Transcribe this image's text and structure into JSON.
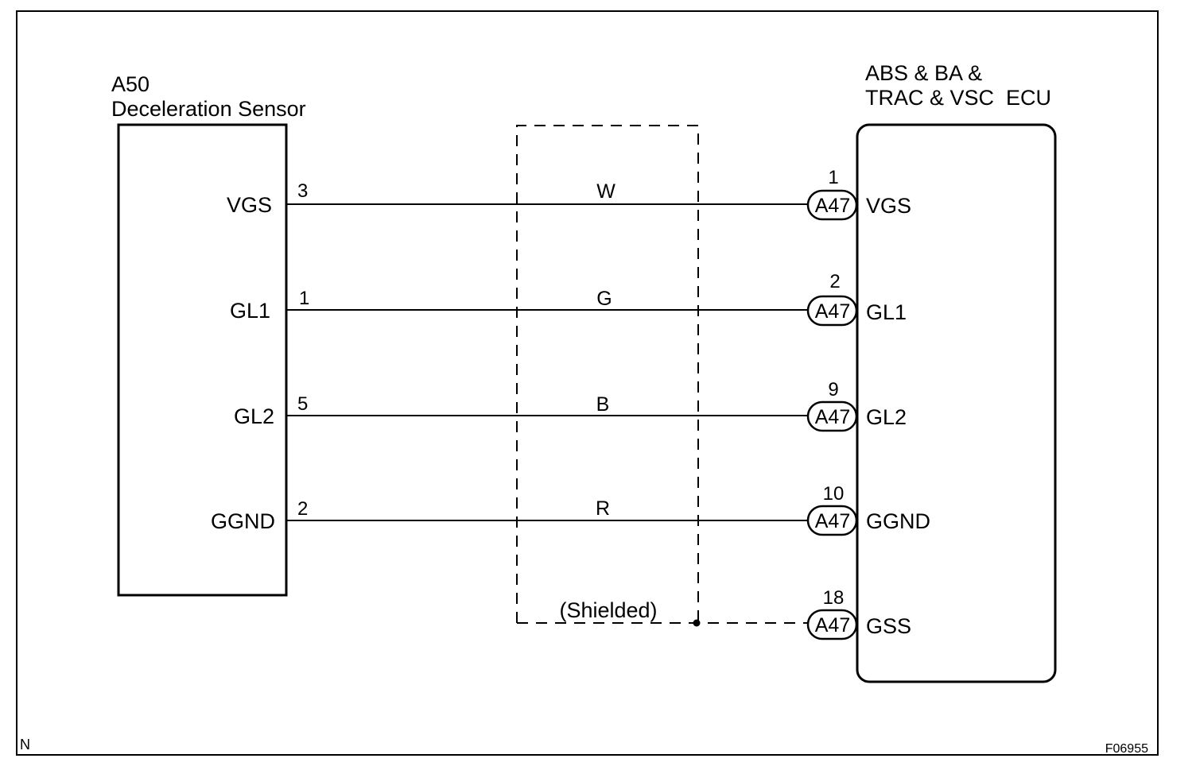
{
  "sensor": {
    "code": "A50",
    "name": "Deceleration Sensor",
    "terminals": [
      {
        "label": "VGS",
        "pin": "3"
      },
      {
        "label": "GL1",
        "pin": "1"
      },
      {
        "label": "GL2",
        "pin": "5"
      },
      {
        "label": "GGND",
        "pin": "2"
      }
    ]
  },
  "wires": [
    {
      "color": "W"
    },
    {
      "color": "G"
    },
    {
      "color": "B"
    },
    {
      "color": "R"
    }
  ],
  "shield": {
    "label": "(Shielded)"
  },
  "ecu": {
    "title": [
      "ABS & BA &",
      "TRAC & VSC  ECU"
    ],
    "terminals": [
      {
        "pin": "1",
        "connector": "A47",
        "label": "VGS"
      },
      {
        "pin": "2",
        "connector": "A47",
        "label": "GL1"
      },
      {
        "pin": "9",
        "connector": "A47",
        "label": "GL2"
      },
      {
        "pin": "10",
        "connector": "A47",
        "label": "GGND"
      },
      {
        "pin": "18",
        "connector": "A47",
        "label": "GSS"
      }
    ]
  },
  "footer": {
    "corner_mark": "N",
    "figure_id": "F06955"
  }
}
